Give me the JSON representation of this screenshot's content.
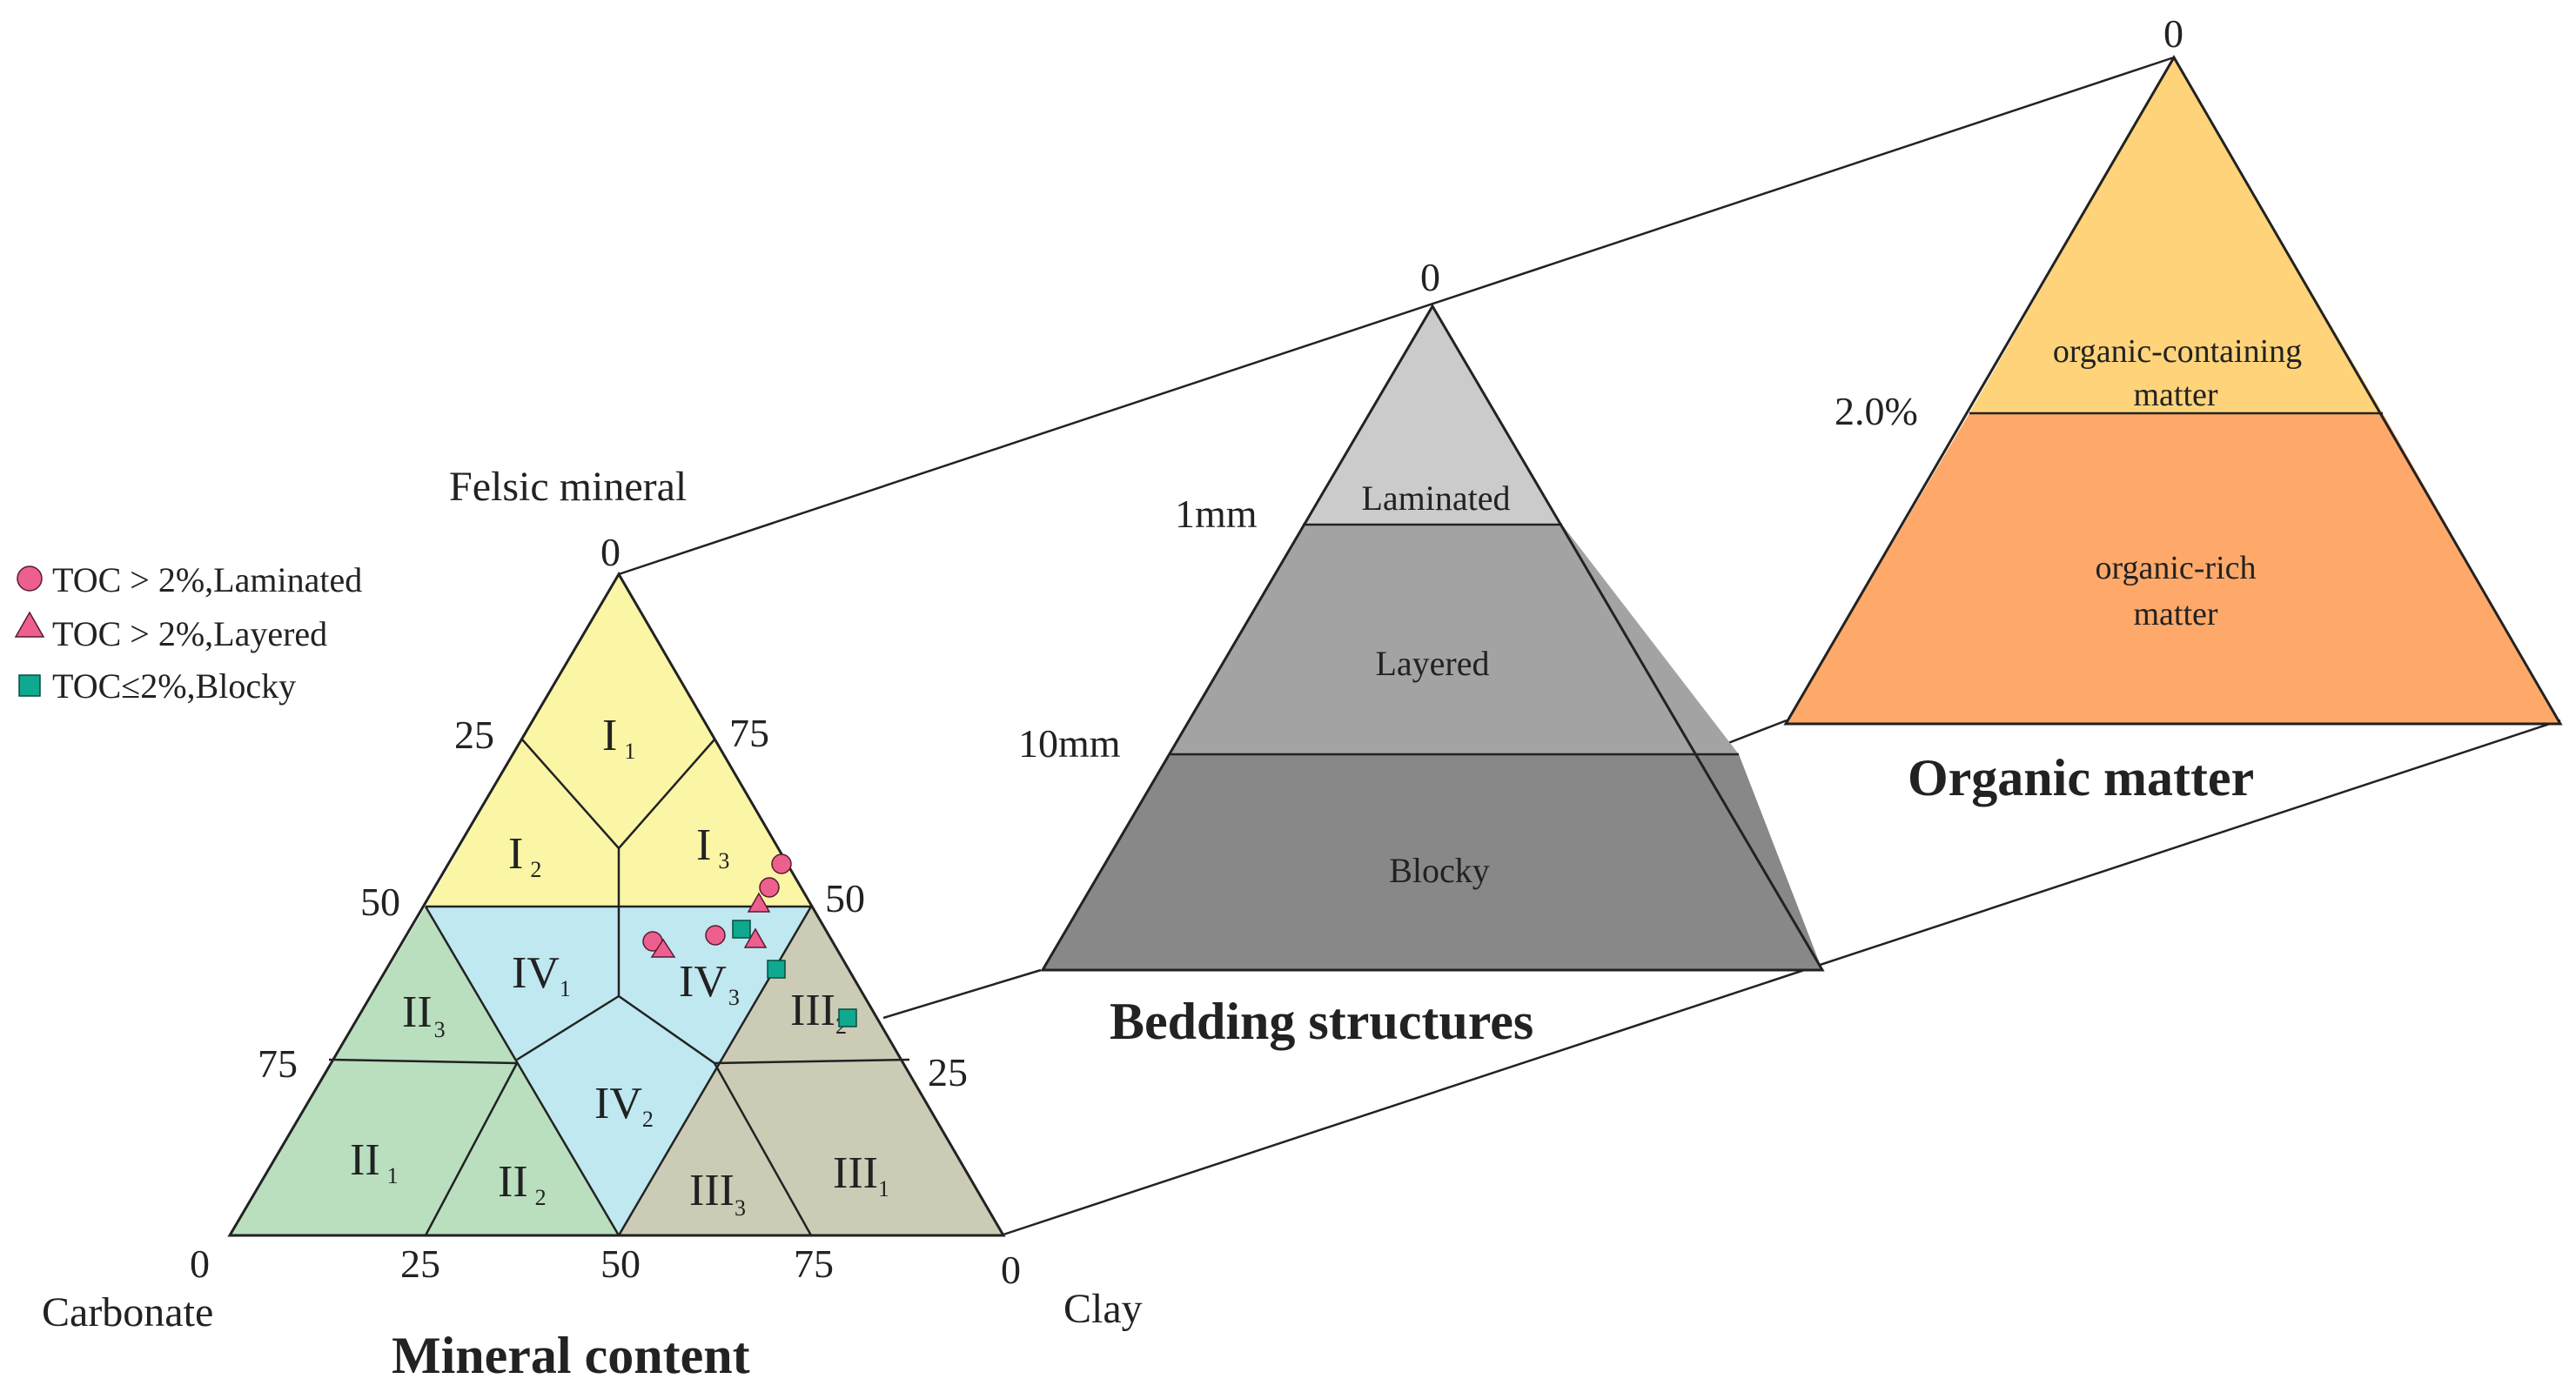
{
  "legend": [
    {
      "symbol": "circle",
      "label": "TOC > 2%,Laminated"
    },
    {
      "symbol": "triangle",
      "label": "TOC > 2%,Layered"
    },
    {
      "symbol": "square",
      "label": "TOC≤2%,Blocky"
    }
  ],
  "mineral": {
    "title": "Mineral content",
    "apex_label": "Felsic mineral",
    "left_label": "Carbonate",
    "right_label": "Clay",
    "apex_tick": "0",
    "left_ticks": [
      "25",
      "50",
      "75"
    ],
    "right_ticks": [
      "75",
      "50",
      "25"
    ],
    "bottom_ticks": [
      "0",
      "25",
      "50",
      "75",
      "0"
    ],
    "zones": [
      {
        "id": "I1",
        "base": "I",
        "sub": "1"
      },
      {
        "id": "I2",
        "base": "I",
        "sub": "2"
      },
      {
        "id": "I3",
        "base": "I",
        "sub": "3"
      },
      {
        "id": "IV1",
        "base": "IV",
        "sub": "1"
      },
      {
        "id": "IV3",
        "base": "IV",
        "sub": "3"
      },
      {
        "id": "IV2",
        "base": "IV",
        "sub": "2"
      },
      {
        "id": "II3",
        "base": "II",
        "sub": "3"
      },
      {
        "id": "II1",
        "base": "II",
        "sub": "1"
      },
      {
        "id": "II2",
        "base": "II",
        "sub": "2"
      },
      {
        "id": "III2",
        "base": "III",
        "sub": "2"
      },
      {
        "id": "III3",
        "base": "III",
        "sub": "3"
      },
      {
        "id": "III1",
        "base": "III",
        "sub": "1"
      }
    ],
    "colors": {
      "felsic": "#fbf6a6",
      "mixed": "#bfe8f0",
      "carbonate": "#b9dfbf",
      "clay": "#cccbb5",
      "marker_pink": "#ec5f8e",
      "marker_green": "#0fa98f"
    }
  },
  "bedding": {
    "title": "Bedding structures",
    "apex_tick": "0",
    "ticks": [
      "1mm",
      "10mm"
    ],
    "layers": [
      "Laminated",
      "Layered",
      "Blocky"
    ],
    "colors": [
      "#cbcbcb",
      "#a3a3a3",
      "#888888"
    ]
  },
  "organic": {
    "title": "Organic matter",
    "apex_tick": "0",
    "tick": "2.0%",
    "upper_lines": [
      "organic-containing",
      "matter"
    ],
    "lower_lines": [
      "organic-rich",
      "matter"
    ],
    "colors": [
      "#fed37a",
      "#fea96a"
    ]
  }
}
